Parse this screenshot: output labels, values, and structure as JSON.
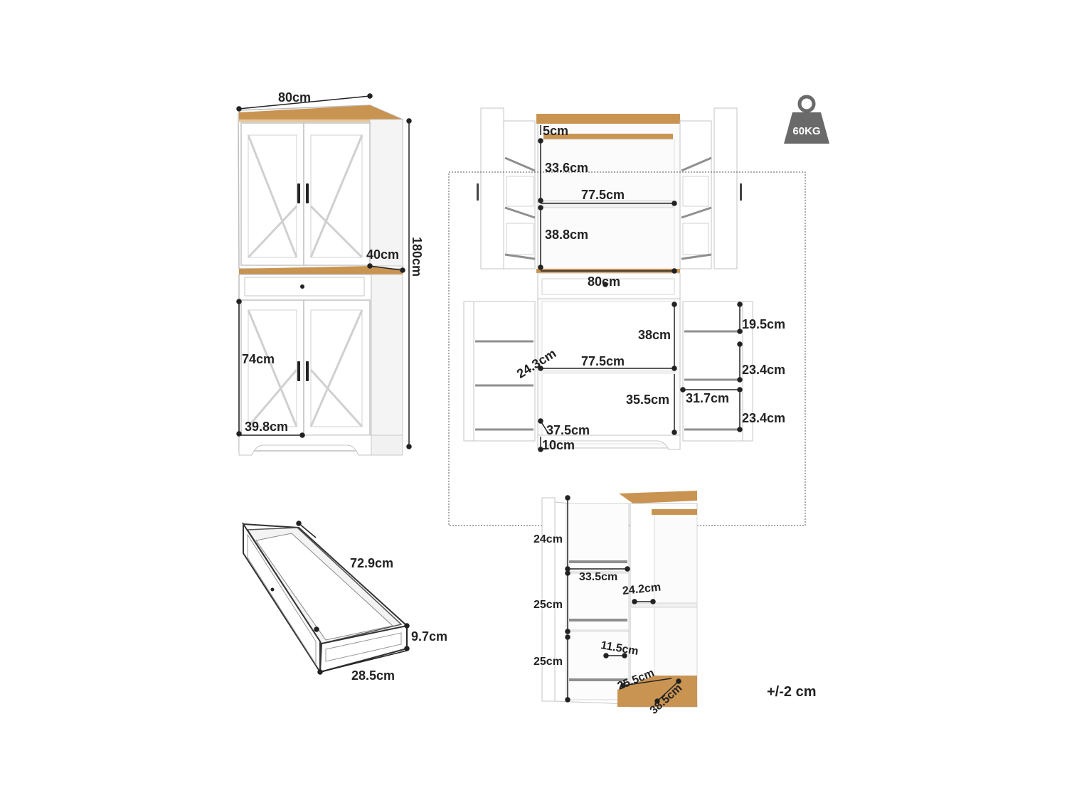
{
  "weight_badge": {
    "icon": "weight-icon",
    "label": "60KG",
    "color": "#6a6a6a"
  },
  "tolerance": "+/-2 cm",
  "colors": {
    "wood": "#c99452",
    "body": "#ffffff",
    "outline": "#bdbdbd",
    "dim_line": "#222222",
    "rod": "#8f8f8f"
  },
  "dimensions": {
    "front_view": {
      "width": "80cm",
      "height": "180cm",
      "depth": "40cm",
      "lower_door_height": "74cm",
      "lower_door_width": "39.8cm"
    },
    "open_view": {
      "top_panel": "5cm",
      "upper_top_shelf": "33.6cm",
      "upper_inner_width": "77.5cm",
      "upper_bottom_shelf": "38.8cm",
      "middle_width": "80cm",
      "lower_top_space": "38cm",
      "shelf_depth": "24.3cm",
      "lower_inner_width": "77.5cm",
      "lower_bottom_space": "35.5cm",
      "lower_height": "37.5cm",
      "base_height": "10cm",
      "door_rack_1": "19.5cm",
      "door_rack_2": "23.4cm",
      "door_rack_3": "23.4cm",
      "door_rack_width": "31.7cm"
    },
    "drawer": {
      "length": "72.9cm",
      "height": "9.7cm",
      "width": "28.5cm"
    },
    "side_detail": {
      "rack_1": "24cm",
      "rack_2": "25cm",
      "rack_3": "25cm",
      "rack_width": "33.5cm",
      "inner_depth": "24.2cm",
      "rack_depth": "11.5cm",
      "shelf_depth": "25.5cm",
      "top_depth": "38.5cm"
    }
  }
}
